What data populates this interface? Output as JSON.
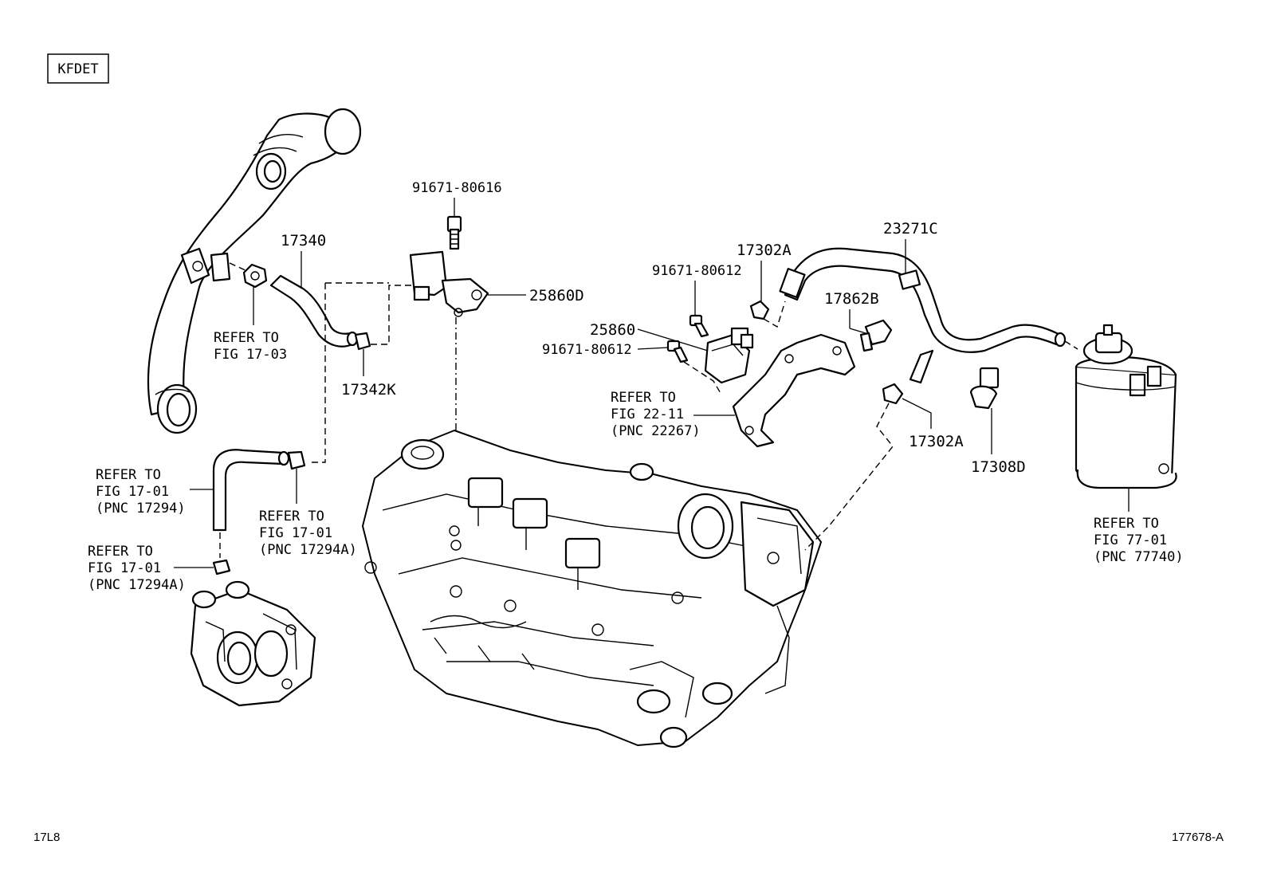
{
  "header": {
    "variant_code": "KFDET"
  },
  "footer": {
    "left_code": "17L8",
    "right_code": "177678-A"
  },
  "callouts": {
    "p17340": "17340",
    "p17342K": "17342K",
    "p91671_80616": "91671-80616",
    "p25860D": "25860D",
    "p91671_80612_a": "91671-80612",
    "p17302A_top": "17302A",
    "p23271C": "23271C",
    "p17862B": "17862B",
    "p25860": "25860",
    "p91671_80612_b": "91671-80612",
    "p17302A_right": "17302A",
    "p17308D": "17308D"
  },
  "references": {
    "fig_17_03": [
      "REFER TO",
      "FIG 17-03"
    ],
    "fig_17_01_pnc17294": [
      "REFER TO",
      "FIG 17-01",
      "(PNC 17294)"
    ],
    "fig_17_01_pnc17294A_mid": [
      "REFER TO",
      "FIG 17-01",
      "(PNC 17294A)"
    ],
    "fig_17_01_pnc17294A_low": [
      "REFER TO",
      "FIG 17-01",
      "(PNC 17294A)"
    ],
    "fig_22_11_pnc22267": [
      "REFER TO",
      "FIG 22-11",
      "(PNC 22267)"
    ],
    "fig_77_01_pnc77740": [
      "REFER TO",
      "FIG 77-01",
      "(PNC 77740)"
    ]
  }
}
